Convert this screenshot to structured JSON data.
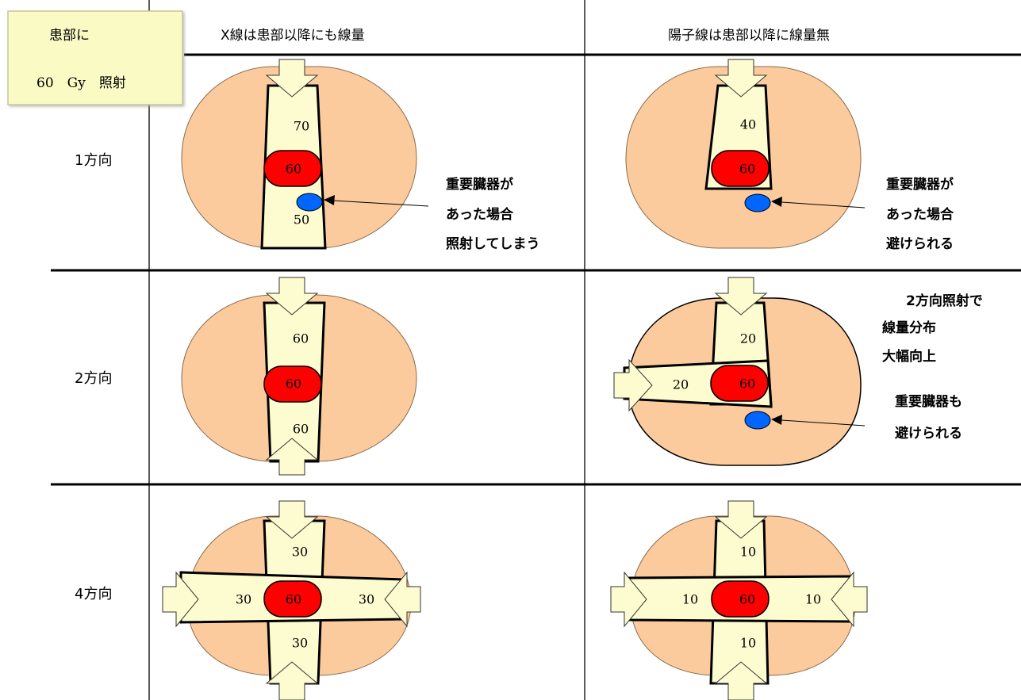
{
  "corner_box": {
    "line1": "患部に",
    "line2": "60　Gy　照射"
  },
  "columns": {
    "xray": "X線は患部以降にも線量",
    "proton": "陽子線は患部以降に線量無"
  },
  "rows": {
    "r1": "1方向",
    "r2": "2方向",
    "r4": "4方向"
  },
  "doses": {
    "x1_top": "70",
    "x1_center": "60",
    "x1_bottom": "50",
    "p1_top": "40",
    "p1_center": "60",
    "x2_top": "60",
    "x2_center": "60",
    "x2_bottom": "60",
    "p2_top": "20",
    "p2_left": "20",
    "p2_center": "60",
    "x4_top": "30",
    "x4_left": "30",
    "x4_center": "60",
    "x4_right": "30",
    "x4_bottom": "30",
    "p4_top": "10",
    "p4_left": "10",
    "p4_center": "60",
    "p4_right": "10",
    "p4_bottom": "10"
  },
  "notes": {
    "x1": [
      "重要臓器が",
      "あった場合",
      " 照射してしまう"
    ],
    "p1": [
      "重要臓器が",
      "あった場合",
      "避けられる"
    ],
    "p2_improve": [
      "2方向照射で",
      "線量分布",
      "大幅向上"
    ],
    "p2_avoid": [
      "重要臓器も",
      "避けられる"
    ]
  },
  "colors": {
    "body": "#fbcb9e",
    "beam": "#fdfcd0",
    "tumor": "#ff0000",
    "organ": "#0066ff",
    "corner_box": "#fafac4"
  }
}
